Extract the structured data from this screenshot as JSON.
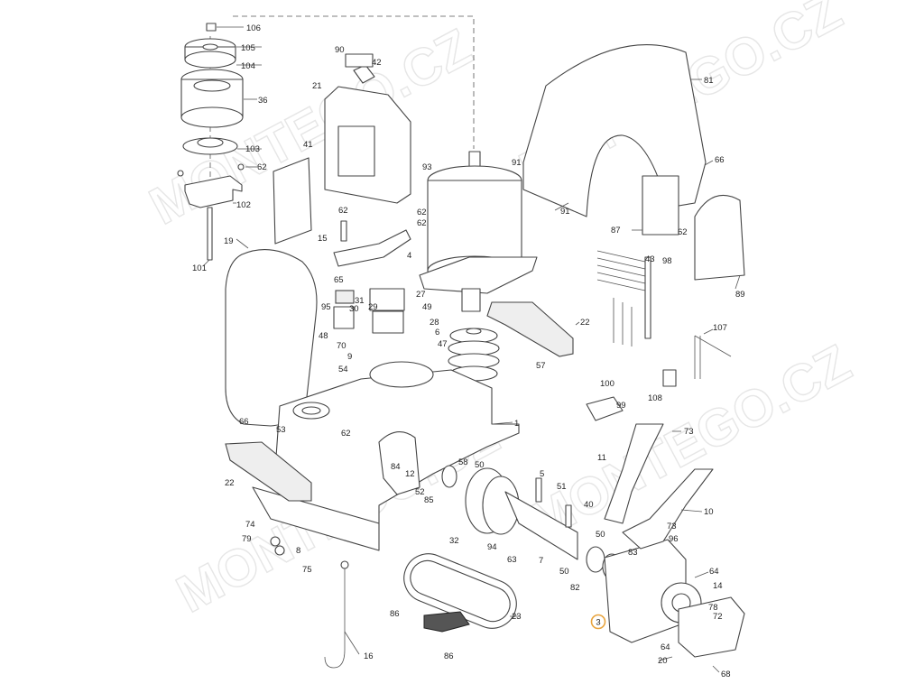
{
  "watermark": {
    "text": "MONTEGO.CZ"
  },
  "highlight": {
    "label": "3",
    "ring_color": "#e8a33c"
  },
  "callouts": [
    {
      "id": "106",
      "label": "106"
    },
    {
      "id": "105",
      "label": "105"
    },
    {
      "id": "104",
      "label": "104"
    },
    {
      "id": "36",
      "label": "36"
    },
    {
      "id": "103",
      "label": "103"
    },
    {
      "id": "62a",
      "label": "62"
    },
    {
      "id": "102",
      "label": "102"
    },
    {
      "id": "101",
      "label": "101"
    },
    {
      "id": "19",
      "label": "19"
    },
    {
      "id": "90",
      "label": "90"
    },
    {
      "id": "42",
      "label": "42"
    },
    {
      "id": "21",
      "label": "21"
    },
    {
      "id": "41",
      "label": "41"
    },
    {
      "id": "62b",
      "label": "62"
    },
    {
      "id": "15",
      "label": "15"
    },
    {
      "id": "62c",
      "label": "62"
    },
    {
      "id": "62d",
      "label": "62"
    },
    {
      "id": "93",
      "label": "93"
    },
    {
      "id": "4",
      "label": "4"
    },
    {
      "id": "65",
      "label": "65"
    },
    {
      "id": "27",
      "label": "27"
    },
    {
      "id": "31",
      "label": "31"
    },
    {
      "id": "95",
      "label": "95"
    },
    {
      "id": "30",
      "label": "30"
    },
    {
      "id": "29",
      "label": "29"
    },
    {
      "id": "49",
      "label": "49"
    },
    {
      "id": "28",
      "label": "28"
    },
    {
      "id": "6",
      "label": "6"
    },
    {
      "id": "48",
      "label": "48"
    },
    {
      "id": "47",
      "label": "47"
    },
    {
      "id": "70",
      "label": "70"
    },
    {
      "id": "9",
      "label": "9"
    },
    {
      "id": "54",
      "label": "54"
    },
    {
      "id": "57",
      "label": "57"
    },
    {
      "id": "66a",
      "label": "66"
    },
    {
      "id": "53",
      "label": "53"
    },
    {
      "id": "1",
      "label": "1"
    },
    {
      "id": "62e",
      "label": "62"
    },
    {
      "id": "84",
      "label": "84"
    },
    {
      "id": "12",
      "label": "12"
    },
    {
      "id": "22a",
      "label": "22"
    },
    {
      "id": "58",
      "label": "58"
    },
    {
      "id": "50a",
      "label": "50"
    },
    {
      "id": "52",
      "label": "52"
    },
    {
      "id": "85",
      "label": "85"
    },
    {
      "id": "5",
      "label": "5"
    },
    {
      "id": "51",
      "label": "51"
    },
    {
      "id": "40",
      "label": "40"
    },
    {
      "id": "74",
      "label": "74"
    },
    {
      "id": "79",
      "label": "79"
    },
    {
      "id": "8",
      "label": "8"
    },
    {
      "id": "75",
      "label": "75"
    },
    {
      "id": "32",
      "label": "32"
    },
    {
      "id": "94",
      "label": "94"
    },
    {
      "id": "63",
      "label": "63"
    },
    {
      "id": "7",
      "label": "7"
    },
    {
      "id": "50b",
      "label": "50"
    },
    {
      "id": "50c",
      "label": "50"
    },
    {
      "id": "82",
      "label": "82"
    },
    {
      "id": "83",
      "label": "83"
    },
    {
      "id": "86a",
      "label": "86"
    },
    {
      "id": "23",
      "label": "23"
    },
    {
      "id": "86b",
      "label": "86"
    },
    {
      "id": "16",
      "label": "16"
    },
    {
      "id": "81",
      "label": "81"
    },
    {
      "id": "91a",
      "label": "91"
    },
    {
      "id": "66b",
      "label": "66"
    },
    {
      "id": "91b",
      "label": "91"
    },
    {
      "id": "87",
      "label": "87"
    },
    {
      "id": "62f",
      "label": "62"
    },
    {
      "id": "98",
      "label": "98"
    },
    {
      "id": "43",
      "label": "43"
    },
    {
      "id": "89",
      "label": "89"
    },
    {
      "id": "22b",
      "label": "22"
    },
    {
      "id": "107",
      "label": "107"
    },
    {
      "id": "100",
      "label": "100"
    },
    {
      "id": "99",
      "label": "99"
    },
    {
      "id": "108",
      "label": "108"
    },
    {
      "id": "73a",
      "label": "73"
    },
    {
      "id": "11",
      "label": "11"
    },
    {
      "id": "10",
      "label": "10"
    },
    {
      "id": "73b",
      "label": "73"
    },
    {
      "id": "96",
      "label": "96"
    },
    {
      "id": "64a",
      "label": "64"
    },
    {
      "id": "14",
      "label": "14"
    },
    {
      "id": "78",
      "label": "78"
    },
    {
      "id": "72",
      "label": "72"
    },
    {
      "id": "64b",
      "label": "64"
    },
    {
      "id": "20",
      "label": "20"
    },
    {
      "id": "68",
      "label": "68"
    }
  ]
}
